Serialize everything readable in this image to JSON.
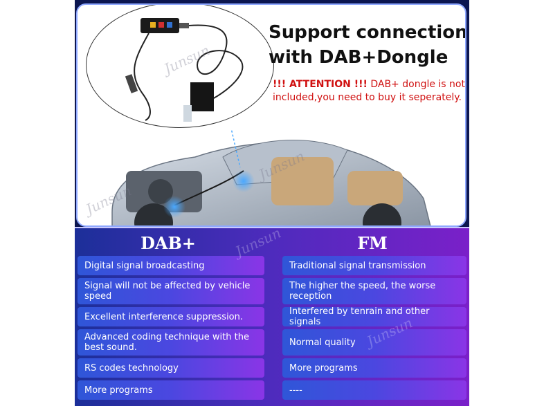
{
  "headline": {
    "line1": "Support connection",
    "line2": "with DAB+Dongle"
  },
  "attention": {
    "warning": "!!! ATTENTION !!!",
    "message": "DAB+ dongle is not included,you need to buy it seperately."
  },
  "watermark": "Junsun",
  "colors": {
    "frame": "#0c1650",
    "warning": "#d01010",
    "cell_start": "#2f56d8",
    "cell_end": "#8a35e6"
  },
  "comparison": {
    "dab_title": "DAB+",
    "fm_title": "FM",
    "dab": [
      "Digital signal broadcasting",
      "Signal will not be affected by vehicle speed",
      "Excellent interference suppression.",
      "Advanced coding technique with the best sound.",
      "RS codes technology",
      "More programs"
    ],
    "fm": [
      "Traditional signal transmission",
      "The higher the speed, the worse reception",
      "Interfered by tenrain and other signals",
      "Normal quality",
      "More programs",
      "----"
    ]
  }
}
